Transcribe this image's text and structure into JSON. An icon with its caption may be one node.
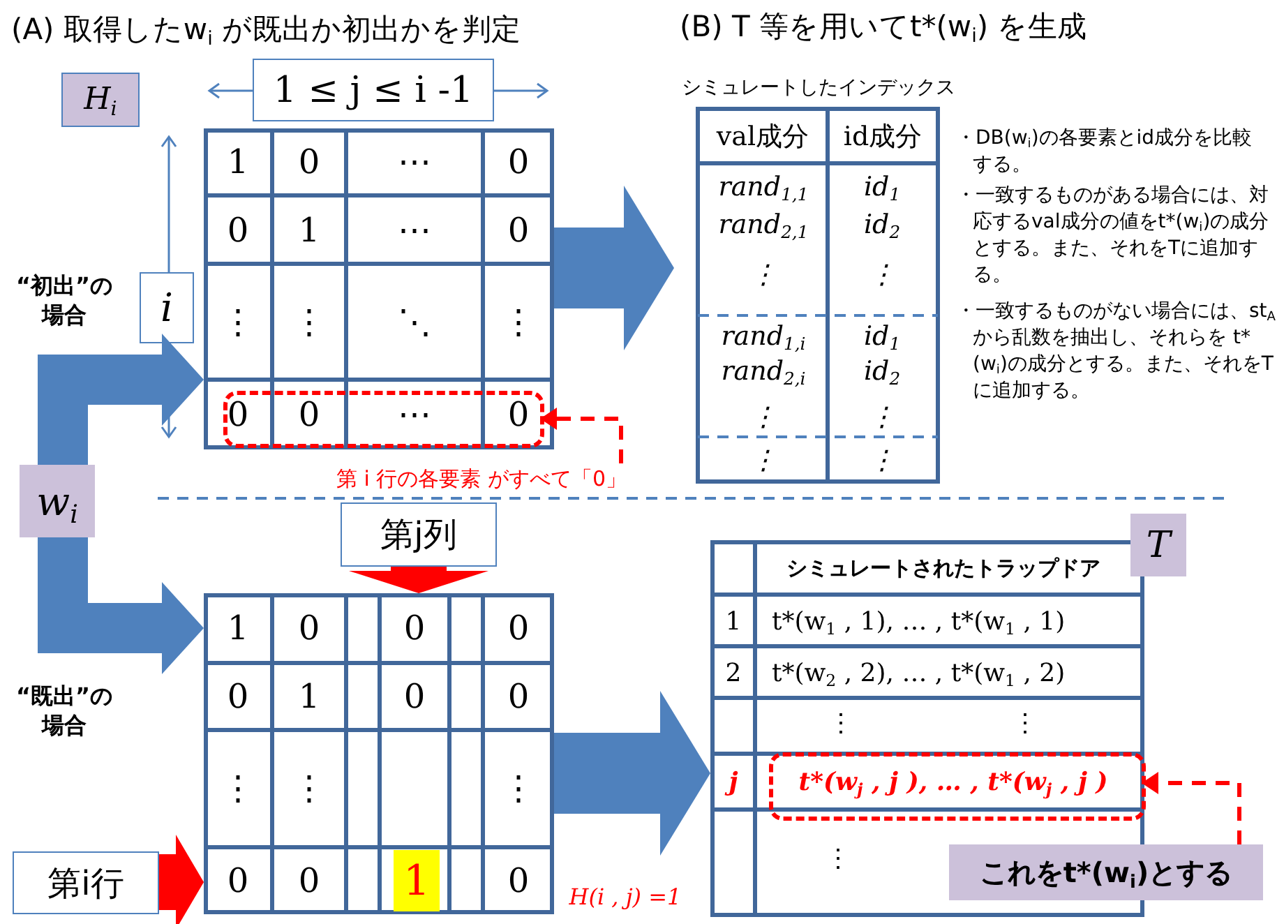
{
  "diagram": {
    "nodes": [
      {
        "text": [
          "H$_{i}$"
        ]
      },
      {
        "text": [
          "1 ≤ j ≤ i -1"
        ]
      },
      {
        "text": [
          "i"
        ]
      },
      {
        "text": [],
        "shape": "table"
      },
      {
        "text": [],
        "shape": "box",
        "in": 3
      },
      {
        "text": [
          "第 i 行の各要素 がすべて「0」"
        ]
      },
      {
        "text": [
          "シミュレートしたインデックス"
        ]
      },
      {
        "text": [
          "w$_{i}$"
        ]
      },
      {
        "text": [
          "第j列"
        ]
      },
      {
        "text": [],
        "shape": "table"
      },
      {
        "text": [
          "第i行"
        ]
      },
      {
        "text": [],
        "shape": "table"
      },
      {
        "text": [
          "T"
        ]
      },
      {
        "text": [
          "これをt*(w$_{i}$)とする"
        ]
      },
      {
        "text": [],
        "shape": "box",
        "in": 11
      }
    ],
    "edges": [
      {
        "from": 7,
        "to": 3,
        "arrow": "to"
      },
      {
        "from": 7,
        "to": 9,
        "arrow": "to"
      },
      {
        "from": 3,
        "to": 6,
        "arrow": "to"
      },
      {
        "from": 9,
        "to": 11,
        "arrow": "to"
      },
      {
        "from": 5,
        "to": 4,
        "arrow": "to",
        "style": "dashed",
        "color": "#ff0000"
      },
      {
        "from": 8,
        "to": 9,
        "arrow": "to",
        "color": "#ff0000"
      },
      {
        "from": 10,
        "to": 9,
        "arrow": "to",
        "color": "#ff0000"
      },
      {
        "from": 13,
        "to": 14,
        "arrow": "to",
        "style": "dashed",
        "color": "#ff0000"
      }
    ],
    "labels": [
      "(A) 取得したw$_{i}$ が既出か初出かを判定",
      "(B) T 等を用いてt*(w$_{i}$) を生成",
      "“初出”の場合",
      "1",
      "0",
      "⋯",
      "0",
      "0",
      "1",
      "⋯",
      "0",
      "⋮",
      "⋮",
      "⋱",
      "⋮",
      "0",
      "0",
      "⋯",
      "0",
      "val成分",
      "id成分",
      "rand$_{1,1}$",
      "id$_{1}$",
      "rand$_{2,1}$",
      "id$_{2}$",
      "⋮",
      "⋮",
      "rand$_{1,i}$",
      "id$_{1}$",
      "rand$_{2,i}$",
      "id$_{2}$",
      "⋮",
      "⋮",
      "⋮",
      "⋮",
      "・DB(w$_{i}$)の各要素とid成分を比較する。",
      "・一致するものがある場合には、対応するval成分の値をt*(w$_{i}$)の成分とする。また、それをTに追加する。",
      "・一致するものがない場合には、st$_{A}$から乱数を抽出し、それらを t*(w$_{i}$)の成分とする。また、それをTに追加する。",
      "“既出”の場合",
      "1",
      "0",
      "0",
      "0",
      "0",
      "1",
      "0",
      "0",
      "⋮",
      "⋮",
      "⋮",
      "0",
      "0",
      "1",
      "0",
      "H(i , j) =1",
      "シミュレートされたトラップドア",
      "1",
      "t*(w$_{1}$ , 1), … , t*(w$_{1}$ , 1)",
      "2",
      "t*(w$_{2}$ , 2), … , t*(w$_{1}$ , 2)",
      "⋮",
      "⋮",
      "j",
      "t*(w$_{j}$ , j ), … , t*(w$_{j}$ , j )",
      "⋮"
    ]
  }
}
